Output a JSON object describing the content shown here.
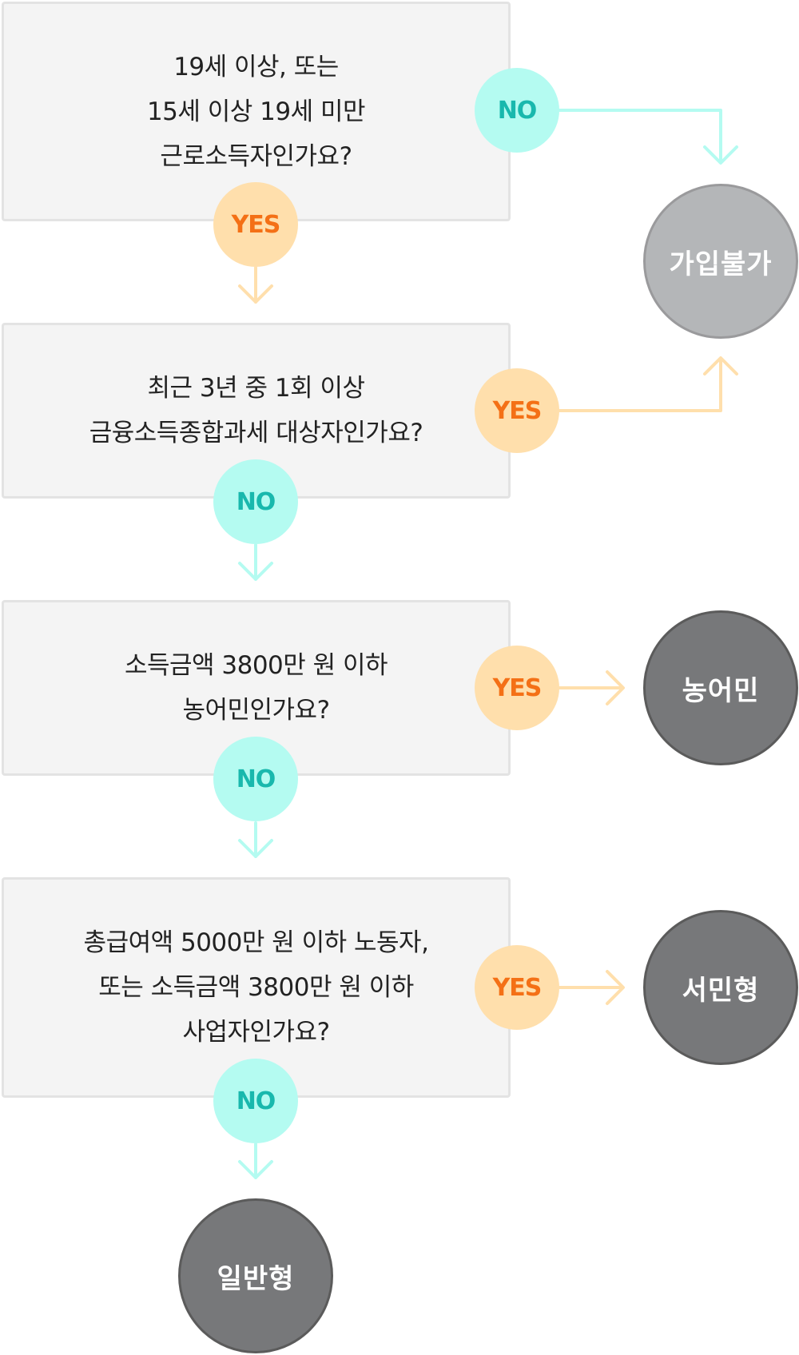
{
  "questions": [
    {
      "text": "19세 이상, 또는\n15세 이상 19세 미만\n근로소득자인가요?"
    },
    {
      "text": "최근 3년 중 1회 이상\n금융소득종합과세 대상자인가요?"
    },
    {
      "text": "소득금액 3800만 원 이하\n농어민인가요?"
    },
    {
      "text": "총급여액 5000만 원 이하 노동자,\n또는 소득금액 3800만 원 이하\n사업자인가요?"
    }
  ],
  "labels": {
    "yes": "YES",
    "no": "NO"
  },
  "results": {
    "ineligible": "가입불가",
    "farmer": "농어민",
    "low_income": "서민형",
    "general": "일반형"
  },
  "colors": {
    "no_bg": "#b4fbf1",
    "no_text": "#19b8ad",
    "no_line": "#b4fbf1",
    "yes_bg": "#ffdfac",
    "yes_text": "#f47016",
    "yes_line": "#ffdfac",
    "result_dark": "#77787a",
    "result_light": "#b4b6b8"
  }
}
